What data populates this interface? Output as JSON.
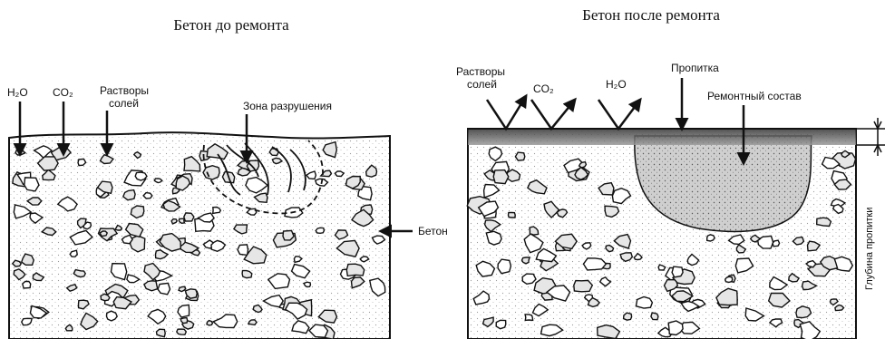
{
  "left": {
    "title": "Бетон до ремонта",
    "labels": {
      "h2o": "H₂O",
      "co2": "CO₂",
      "salts_line1": "Растворы",
      "salts_line2": "солей",
      "damage_zone": "Зона разрушения",
      "concrete": "Бетон"
    }
  },
  "right": {
    "title": "Бетон после ремонта",
    "labels": {
      "salts_line1": "Растворы",
      "salts_line2": "солей",
      "co2": "CO₂",
      "h2o": "H₂O",
      "impregnation": "Пропитка",
      "repair_compound": "Ремонтный состав",
      "impregnation_depth": "Глубина пропитки"
    }
  },
  "colors": {
    "ink": "#111111",
    "stipple": "#9a9a9a",
    "repair_fill": "#c8c8c8"
  }
}
